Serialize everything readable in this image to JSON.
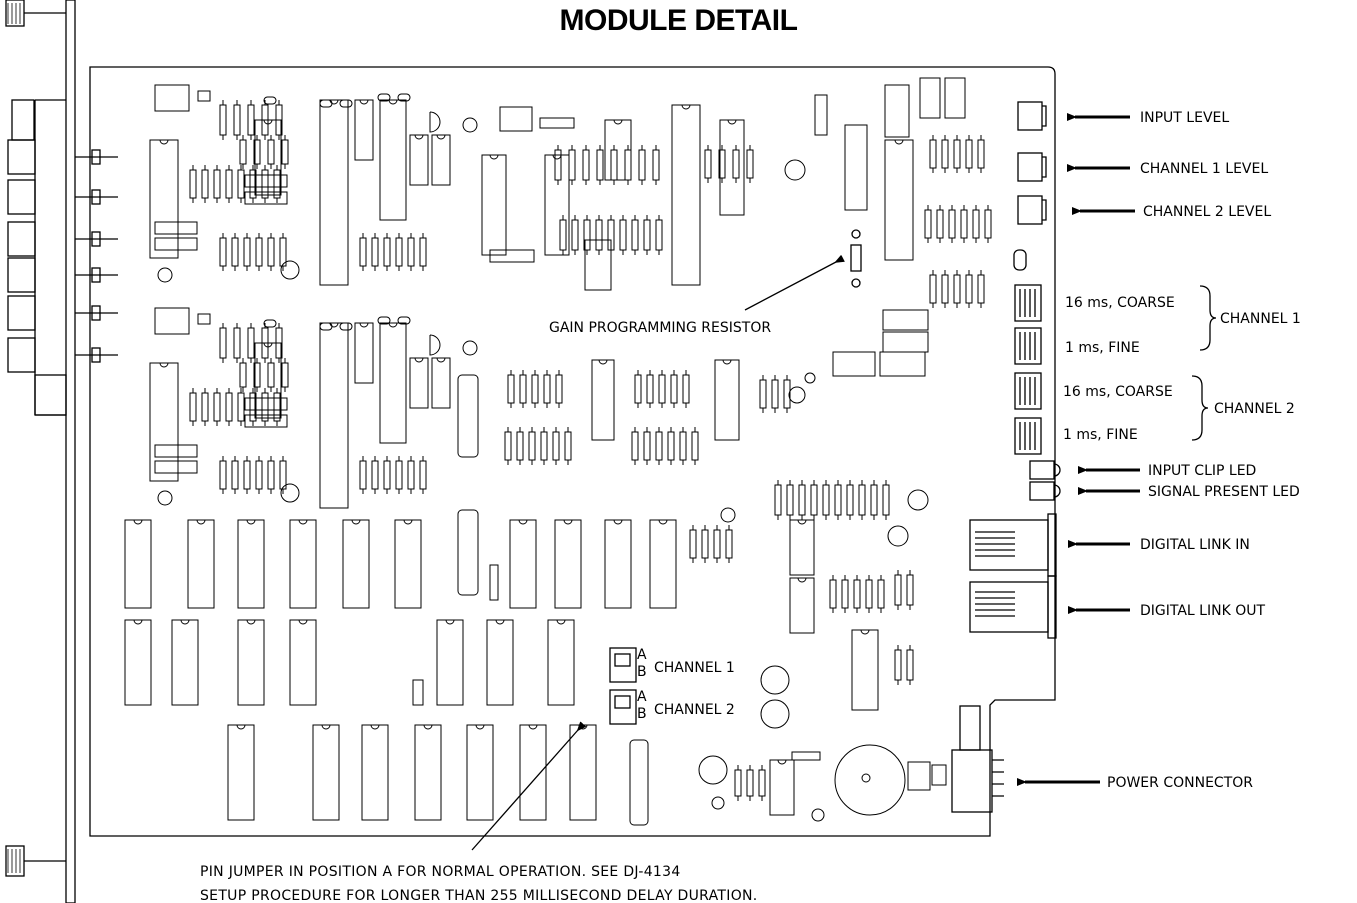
{
  "title": "MODULE DETAIL",
  "callouts": {
    "input_level": "INPUT LEVEL",
    "channel1_level": "CHANNEL 1 LEVEL",
    "channel2_level": "CHANNEL 2 LEVEL",
    "input_clip_led": "INPUT CLIP LED",
    "signal_present_led": "SIGNAL PRESENT LED",
    "digital_link_in": "DIGITAL LINK IN",
    "digital_link_out": "DIGITAL LINK OUT",
    "power_connector": "POWER CONNECTOR",
    "gain_resistor": "GAIN PROGRAMMING RESISTOR"
  },
  "delay_switches": {
    "ch1_coarse": "16 ms, COARSE",
    "ch1_fine": "1 ms, FINE",
    "ch1_group": "CHANNEL 1",
    "ch2_coarse": "16 ms, COARSE",
    "ch2_fine": "1 ms, FINE",
    "ch2_group": "CHANNEL 2"
  },
  "jumpers": {
    "pos_a": "A",
    "pos_b": "B",
    "ch1": "CHANNEL 1",
    "ch2": "CHANNEL 2"
  },
  "note": {
    "line1": "PIN JUMPER IN POSITION A FOR NORMAL OPERATION.  SEE DJ-4134",
    "line2": "SETUP PROCEDURE FOR LONGER THAN 255 MILLISECOND DELAY DURATION."
  }
}
